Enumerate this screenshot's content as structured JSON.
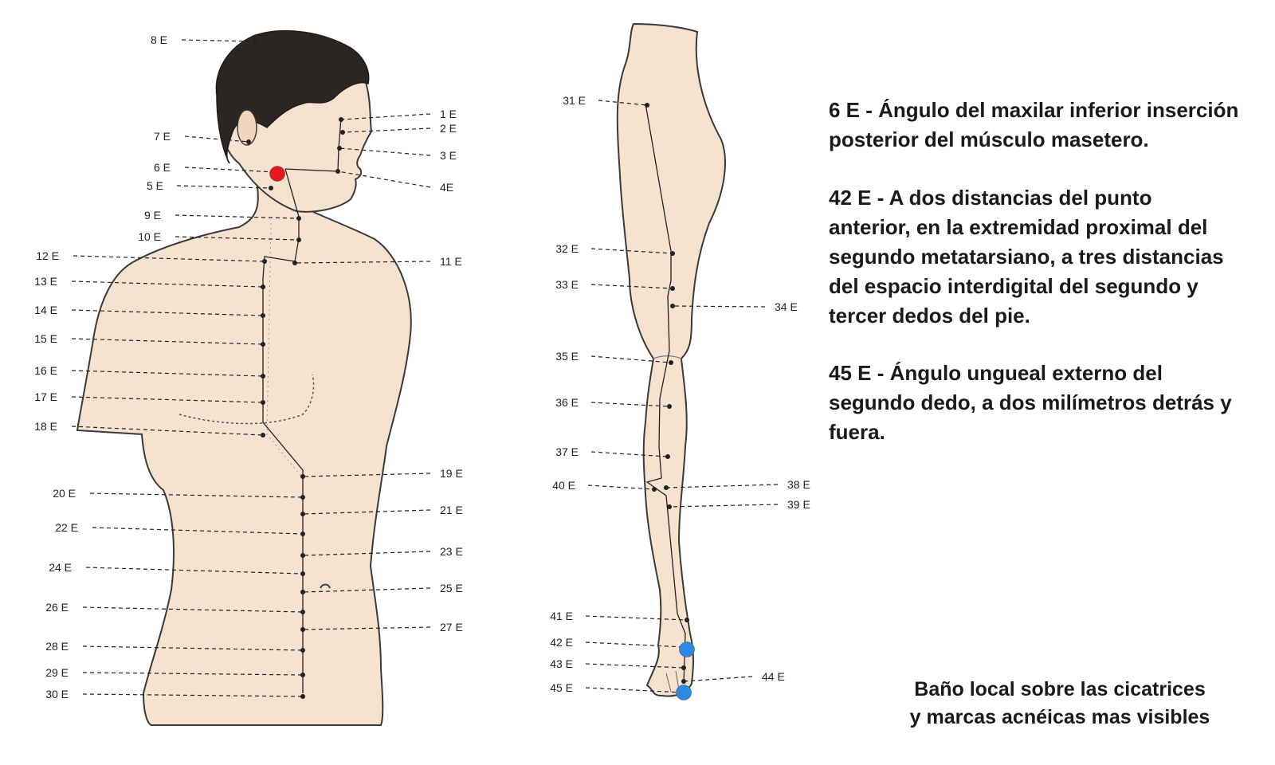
{
  "body_points": [
    {
      "id": "pt-8",
      "label": "8 E"
    },
    {
      "id": "pt-1",
      "label": "1 E"
    },
    {
      "id": "pt-2",
      "label": "2 E"
    },
    {
      "id": "pt-7",
      "label": "7 E"
    },
    {
      "id": "pt-3",
      "label": "3 E"
    },
    {
      "id": "pt-6",
      "label": "6 E"
    },
    {
      "id": "pt-5",
      "label": "5 E"
    },
    {
      "id": "pt-4",
      "label": "4E"
    },
    {
      "id": "pt-9",
      "label": "9 E"
    },
    {
      "id": "pt-10",
      "label": "10 E"
    },
    {
      "id": "pt-12",
      "label": "12 E"
    },
    {
      "id": "pt-11",
      "label": "11 E"
    },
    {
      "id": "pt-13",
      "label": "13 E"
    },
    {
      "id": "pt-14",
      "label": "14 E"
    },
    {
      "id": "pt-15",
      "label": "15 E"
    },
    {
      "id": "pt-16",
      "label": "16 E"
    },
    {
      "id": "pt-17",
      "label": "17 E"
    },
    {
      "id": "pt-18",
      "label": "18 E"
    },
    {
      "id": "pt-19",
      "label": "19 E"
    },
    {
      "id": "pt-20",
      "label": "20 E"
    },
    {
      "id": "pt-21",
      "label": "21 E"
    },
    {
      "id": "pt-22",
      "label": "22 E"
    },
    {
      "id": "pt-23",
      "label": "23 E"
    },
    {
      "id": "pt-24",
      "label": "24 E"
    },
    {
      "id": "pt-25",
      "label": "25 E"
    },
    {
      "id": "pt-26",
      "label": "26 E"
    },
    {
      "id": "pt-27",
      "label": "27 E"
    },
    {
      "id": "pt-28",
      "label": "28 E"
    },
    {
      "id": "pt-29",
      "label": "29 E"
    },
    {
      "id": "pt-30",
      "label": "30 E"
    }
  ],
  "leg_points": [
    {
      "id": "pt-31",
      "label": "31 E"
    },
    {
      "id": "pt-32",
      "label": "32 E"
    },
    {
      "id": "pt-33",
      "label": "33 E"
    },
    {
      "id": "pt-34",
      "label": "34 E"
    },
    {
      "id": "pt-35",
      "label": "35 E"
    },
    {
      "id": "pt-36",
      "label": "36 E"
    },
    {
      "id": "pt-37",
      "label": "37 E"
    },
    {
      "id": "pt-40",
      "label": "40 E"
    },
    {
      "id": "pt-38",
      "label": "38 E"
    },
    {
      "id": "pt-39",
      "label": "39 E"
    },
    {
      "id": "pt-41",
      "label": "41 E"
    },
    {
      "id": "pt-42",
      "label": "42 E"
    },
    {
      "id": "pt-43",
      "label": "43 E"
    },
    {
      "id": "pt-44",
      "label": "44 E"
    },
    {
      "id": "pt-45",
      "label": "45 E"
    }
  ],
  "highlights": [
    {
      "point": "6 E",
      "color": "#e8151b"
    },
    {
      "point": "42 E",
      "color": "#2b8ae6"
    },
    {
      "point": "45 E",
      "color": "#2b8ae6"
    }
  ],
  "colors": {
    "skin": "#f6e3cf",
    "hair": "#2b2623",
    "lines": "#222222"
  },
  "descriptions": [
    {
      "lines": [
        "6 E - Ángulo del maxilar inferior inserción",
        "posterior del músculo masetero."
      ]
    },
    {
      "lines": [
        "42 E - A dos distancias del punto",
        "anterior, en la extremidad proximal del",
        "segundo metatarsiano, a tres distancias",
        "del espacio interdigital del segundo y",
        "tercer dedos del pie."
      ]
    },
    {
      "lines": [
        "45 E - Ángulo ungueal externo del",
        "segundo dedo, a dos milímetros detrás y",
        "fuera."
      ]
    }
  ],
  "note": {
    "lines": [
      "Baño local sobre las cicatrices",
      "y marcas acnéicas mas visibles"
    ]
  }
}
